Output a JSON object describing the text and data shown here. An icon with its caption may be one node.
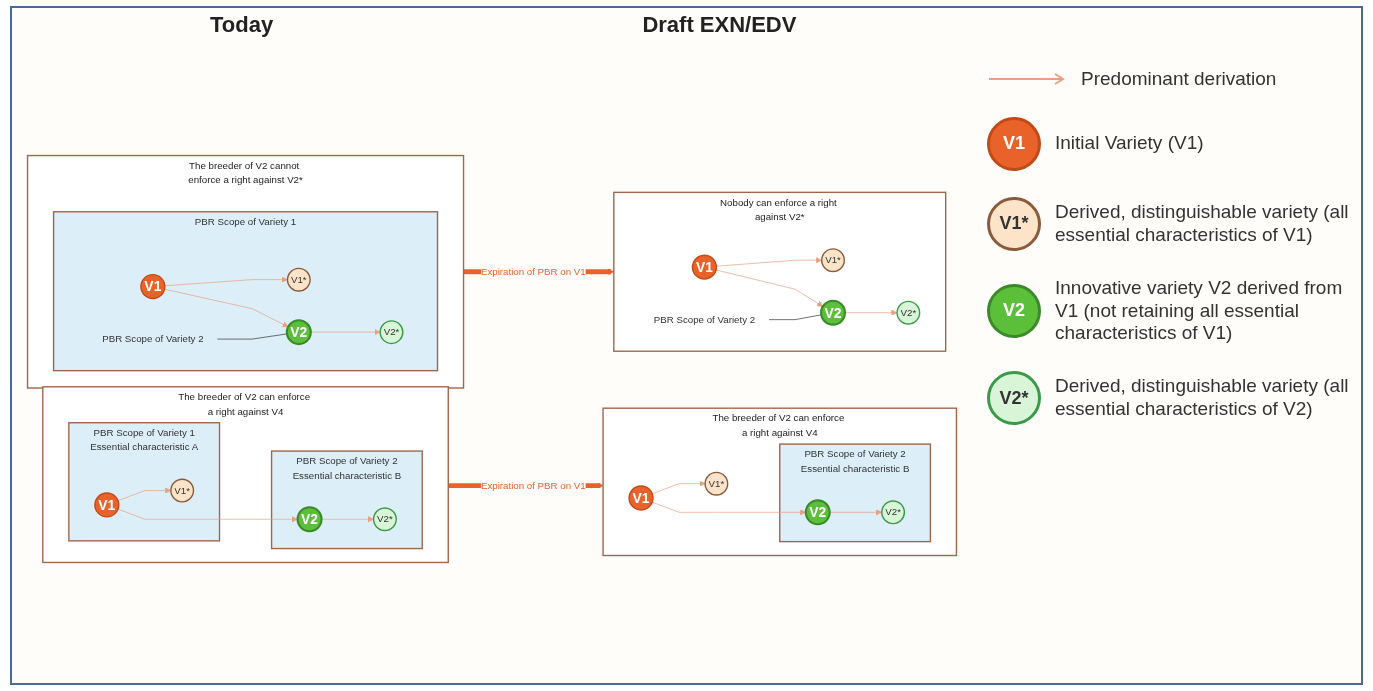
{
  "diagram": {
    "nodes": [
      {
        "text": [
          "The breeder of V2 can enforce a right against V4"
        ]
      },
      {
        "text": [
          "PBR Scope of Variety 1",
          "Essential characteristic A"
        ],
        "in": 0
      },
      {
        "text": [
          "V1*"
        ],
        "in": 1
      },
      {
        "text": [
          "V1"
        ],
        "in": 1
      },
      {
        "text": [
          "PBR Scope of Variety 2",
          "Essential characteristic B"
        ],
        "in": 0
      },
      {
        "text": [
          "V2"
        ],
        "in": 4
      },
      {
        "text": [
          "V2*"
        ],
        "in": 4
      },
      {
        "text": [
          "The breeder of V2 cannot enforce a right against V2*"
        ]
      },
      {
        "text": [
          "PBR Scope of Variety 1"
        ],
        "in": 7
      },
      {
        "text": [
          "V1*"
        ],
        "in": 8
      },
      {
        "text": [
          "V1"
        ],
        "in": 8
      },
      {
        "text": [
          "V2"
        ],
        "in": 8
      },
      {
        "text": [
          "V2*"
        ],
        "in": 8
      },
      {
        "text": [
          "PBR Scope of Variety 2"
        ],
        "in": 8
      },
      {
        "text": [
          "The breeder of V2 can enforce a right against V4"
        ]
      },
      {
        "text": [
          "V1*"
        ],
        "in": 14
      },
      {
        "text": [
          "V1"
        ],
        "in": 14
      },
      {
        "text": [
          "PBR Scope of Variety 2",
          "Essential characteristic B"
        ],
        "in": 14
      },
      {
        "text": [
          "V2"
        ],
        "in": 17
      },
      {
        "text": [
          "V2*"
        ],
        "in": 17
      },
      {
        "text": [
          "Nobody can enforce a right against V2*"
        ]
      },
      {
        "text": [
          "V1*"
        ],
        "in": 20
      },
      {
        "text": [
          "V1"
        ],
        "in": 20
      },
      {
        "text": [
          "V2"
        ],
        "in": 20
      },
      {
        "text": [
          "V2*"
        ],
        "in": 20
      },
      {
        "text": [
          "PBR Scope of Variety 2"
        ],
        "in": 20
      }
    ],
    "edges": [
      {
        "from": 3,
        "to": 2,
        "arrow": "to"
      },
      {
        "from": 3,
        "to": 5,
        "arrow": "to"
      },
      {
        "from": 5,
        "to": 6,
        "arrow": "to"
      },
      {
        "from": 10,
        "to": 9,
        "arrow": "to"
      },
      {
        "from": 10,
        "to": 11,
        "arrow": "to"
      },
      {
        "from": 11,
        "to": 12,
        "arrow": "to"
      },
      {
        "from": 13,
        "to": 11,
        "arrow": "none",
        "color": "#333333"
      },
      {
        "from": 16,
        "to": 15,
        "arrow": "to"
      },
      {
        "from": 16,
        "to": 18,
        "arrow": "to"
      },
      {
        "from": 18,
        "to": 19,
        "arrow": "to"
      },
      {
        "from": 22,
        "to": 21,
        "arrow": "to"
      },
      {
        "from": 22,
        "to": 23,
        "arrow": "to"
      },
      {
        "from": 23,
        "to": 24,
        "arrow": "to"
      },
      {
        "from": 25,
        "to": 23,
        "arrow": "none",
        "color": "#333333"
      },
      {
        "from": 0,
        "to": 14,
        "arrow": "to",
        "label": "Expiration of PBR on V1",
        "style": "thick",
        "color": "#e8622a"
      },
      {
        "from": 7,
        "to": 20,
        "arrow": "to",
        "label": "Expiration of PBR on V1",
        "style": "thick",
        "color": "#e8622a"
      }
    ],
    "labels": [
      "Today",
      "Draft EXN/EDV",
      "V1",
      "V1*",
      "V2",
      "V2*"
    ],
    "legend": [
      {
        "text": "Predominant derivation"
      },
      {
        "text": "Initial Variety (V1)",
        "color": "#e8622a"
      },
      {
        "text": "Derived, distinguishable variety (all essential characteristics of V1)",
        "color": "#fde3c8"
      },
      {
        "text": "Innovative variety V2 derived from V1 (not retaining all essential characteristics of V1)",
        "color": "#5cbf3a"
      },
      {
        "text": "Derived, distinguishable variety (all essential characteristics of V2)",
        "color": "#d8f5d8"
      }
    ]
  }
}
